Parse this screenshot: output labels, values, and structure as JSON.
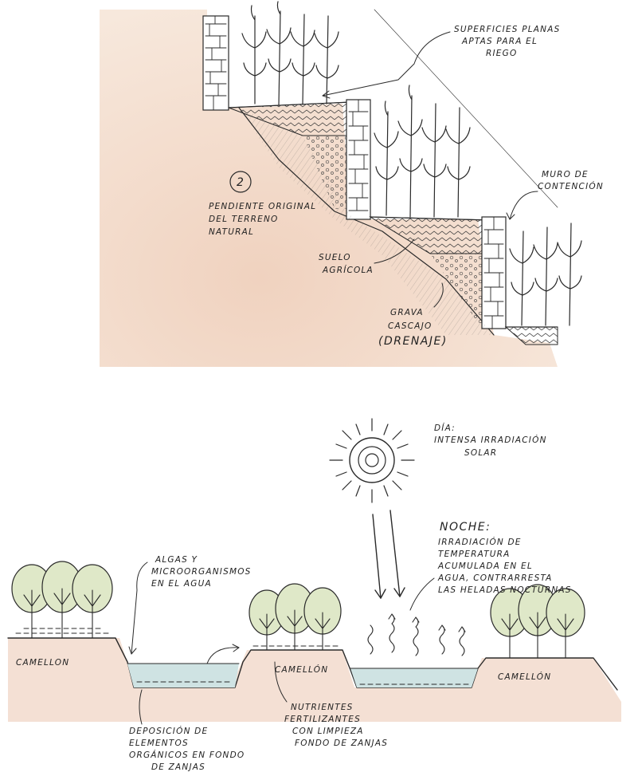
{
  "top_diagram": {
    "number": "2",
    "label_surfaces": [
      "SUPERFICIES PLANAS",
      "APTAS PARA EL",
      "RIEGO"
    ],
    "label_wall": [
      "MURO DE",
      "CONTENCIÓN"
    ],
    "label_slope": [
      "PENDIENTE ORIGINAL",
      "DEL TERRENO",
      "NATURAL"
    ],
    "label_soil": [
      "SUELO",
      "AGRÍCOLA"
    ],
    "label_gravel": [
      "GRAVA",
      "CASCAJO",
      "(DRENAJE)"
    ]
  },
  "bottom_diagram": {
    "label_day": [
      "DÍA:",
      "INTENSA IRRADIACIÓN",
      "SOLAR"
    ],
    "label_night_title": "NOCHE:",
    "label_night": [
      "IRRADIACIÓN DE",
      "TEMPERATURA",
      "ACUMULADA EN EL",
      "AGUA, CONTRARRESTA",
      "LAS HELADAS NOCTURNAS"
    ],
    "label_algae": [
      "ALGAS Y",
      "MICROORGANISMOS",
      "EN EL AGUA"
    ],
    "camellon_labels": [
      "CAMELLON",
      "CAMELLÓN",
      "CAMELLÓN"
    ],
    "label_nutrients": [
      "NUTRIENTES",
      "FERTILIZANTES",
      "CON LIMPIEZA",
      "FONDO DE ZANJAS"
    ],
    "label_deposition": [
      "DEPOSICIÓN DE",
      "ELEMENTOS",
      "ORGÁNICOS EN FONDO",
      "DE ZANJAS"
    ]
  },
  "colors": {
    "ink": "#2a2a2a",
    "earth": "#f2dccd",
    "water": "#cfe3e3",
    "foliage": "#dfe8c8"
  }
}
